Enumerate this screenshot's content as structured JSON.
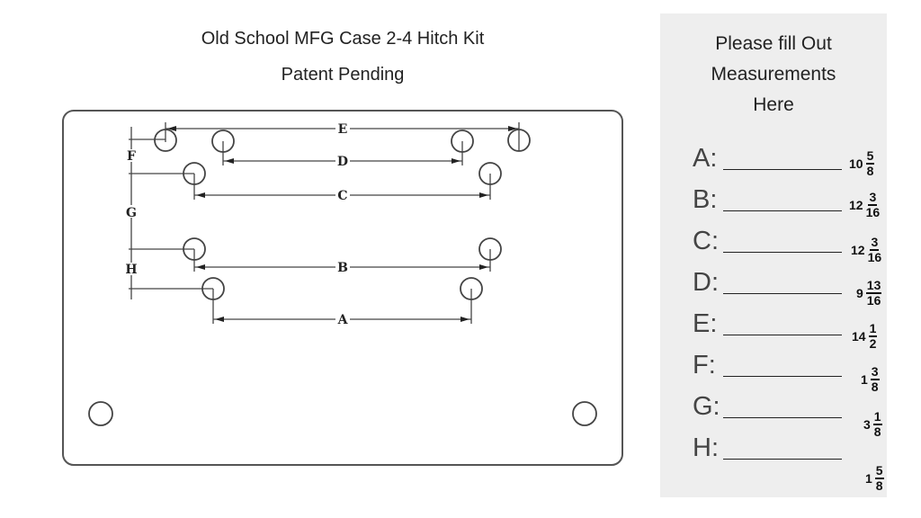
{
  "header": {
    "title": "Old School MFG Case 2-4 Hitch Kit",
    "subtitle": "Patent Pending"
  },
  "diagram": {
    "dimension_labels": {
      "E": "E",
      "D": "D",
      "C": "C",
      "B": "B",
      "A": "A",
      "F": "F",
      "G": "G",
      "H": "H"
    }
  },
  "panel": {
    "title_lines": [
      "Please fill Out",
      "Measurements",
      "Here"
    ],
    "rows": [
      {
        "label": "A:",
        "whole": "10",
        "num": "5",
        "den": "8"
      },
      {
        "label": "B:",
        "whole": "12",
        "num": "3",
        "den": "16"
      },
      {
        "label": "C:",
        "whole": "12",
        "num": "3",
        "den": "16"
      },
      {
        "label": "D:",
        "whole": "9",
        "num": "13",
        "den": "16"
      },
      {
        "label": "E:",
        "whole": "14",
        "num": "1",
        "den": "2"
      },
      {
        "label": "F:",
        "whole": "1",
        "num": "3",
        "den": "8"
      },
      {
        "label": "G:",
        "whole": "3",
        "num": "1",
        "den": "8"
      },
      {
        "label": "H:",
        "whole": "1",
        "num": "5",
        "den": "8"
      }
    ]
  }
}
